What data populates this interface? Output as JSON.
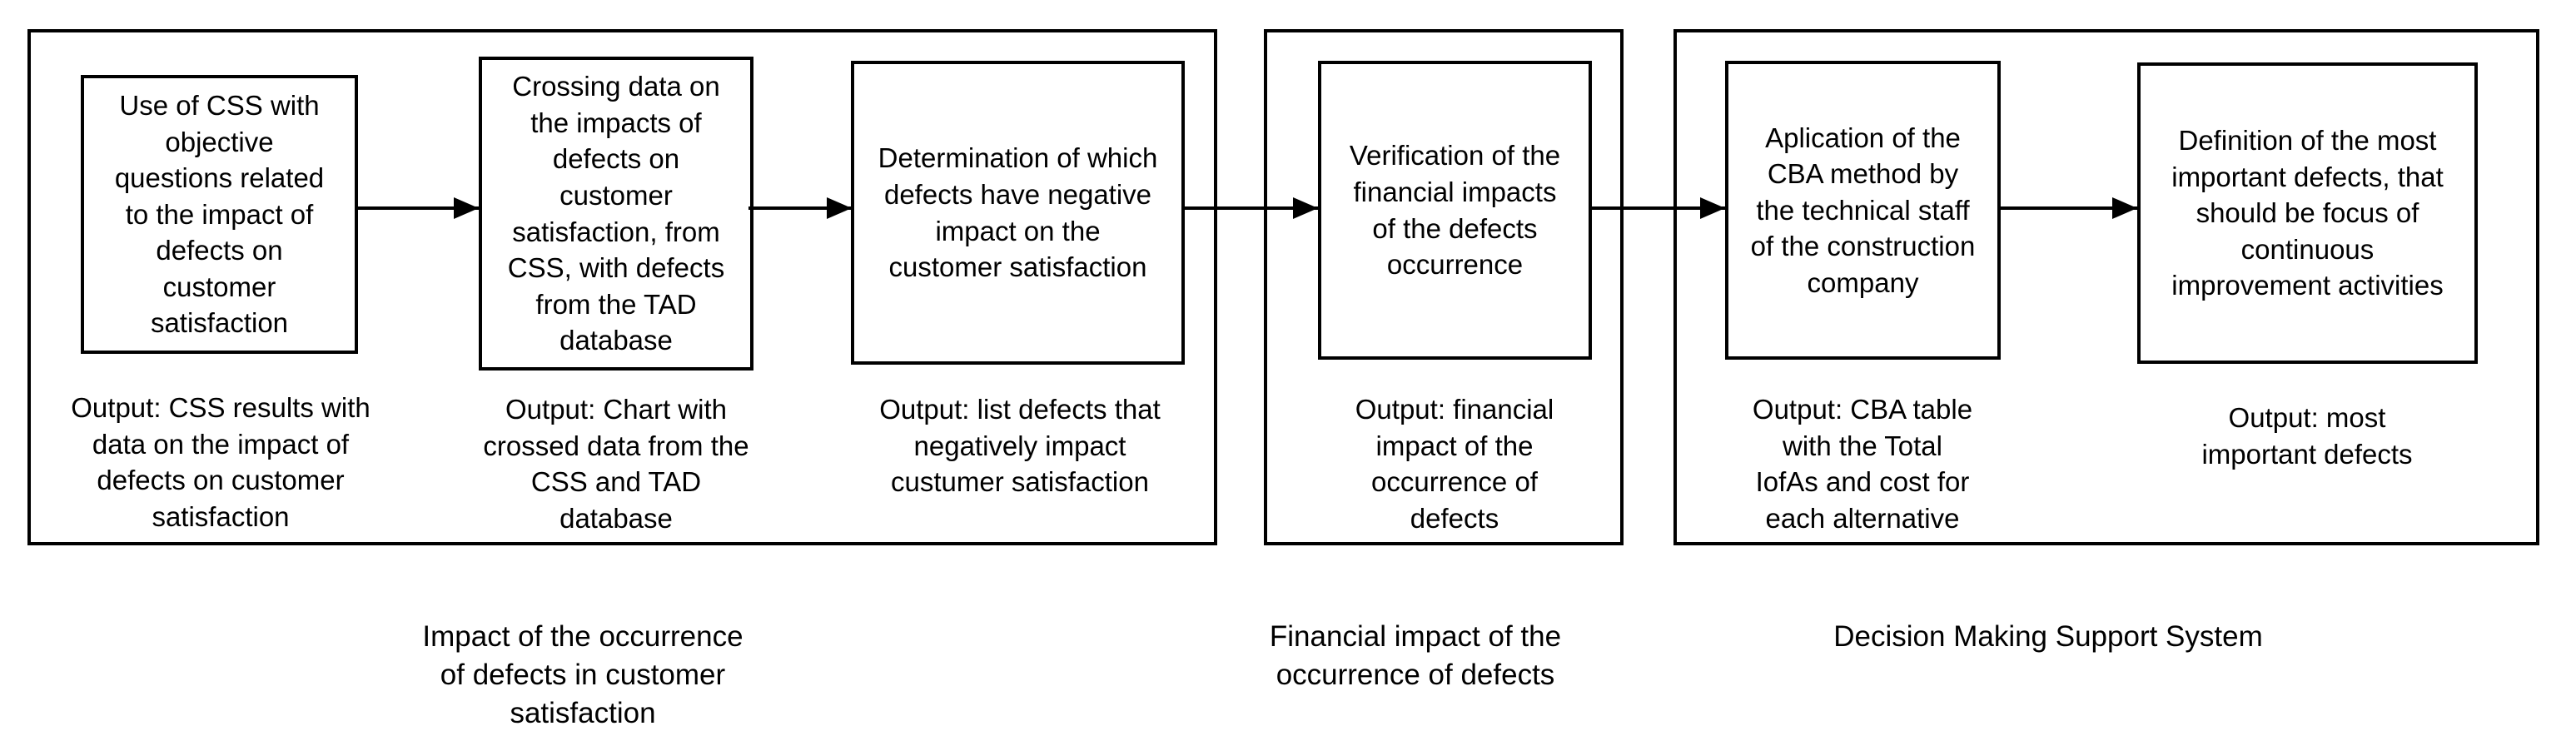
{
  "colors": {
    "line": "#000000",
    "background": "#ffffff",
    "text": "#000000"
  },
  "groups": [
    {
      "label": "Impact of the occurrence\nof defects in customer\nsatisfaction",
      "boxes": [
        {
          "text": "Use of CSS with\nobjective\nquestions related\nto the impact of\ndefects on\ncustomer\nsatisfaction",
          "output": "Output: CSS results with\ndata on the impact of\ndefects on customer\nsatisfaction"
        },
        {
          "text": "Crossing data on\nthe impacts of\ndefects on\ncustomer\nsatisfaction, from\nCSS, with defects\nfrom the TAD\ndatabase",
          "output": "Output: Chart with\ncrossed data from the\nCSS and TAD\ndatabase"
        },
        {
          "text": "Determination of which\ndefects have negative\nimpact on the\ncustomer satisfaction",
          "output": "Output: list defects that\nnegatively impact\ncustumer satisfaction"
        }
      ]
    },
    {
      "label": "Financial impact of the\noccurrence of defects",
      "boxes": [
        {
          "text": "Verification of the\nfinancial impacts\nof the defects\noccurrence",
          "output": "Output: financial\nimpact of the\noccurrence of\ndefects"
        }
      ]
    },
    {
      "label": "Decision Making Support System",
      "boxes": [
        {
          "text": "Aplication of the\nCBA method by\nthe technical staff\nof the construction\ncompany",
          "output": "Output: CBA table\nwith the Total\nIofAs and cost for\neach alternative"
        },
        {
          "text": "Definition of the most\nimportant defects, that\nshould be focus of\ncontinuous\nimprovement activities",
          "output": "Output: most\nimportant defects"
        }
      ]
    }
  ]
}
